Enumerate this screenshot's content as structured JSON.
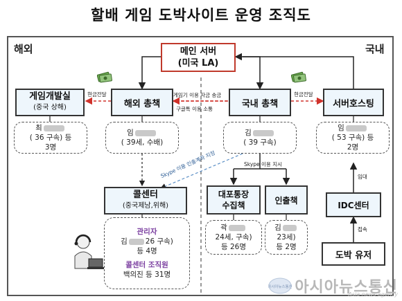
{
  "title": "할배 게임 도박사이트 운영 조직도",
  "regions": {
    "overseas": "해외",
    "domestic": "국내"
  },
  "main_server": {
    "line1": "메인 서버",
    "line2": "(미국 LA)"
  },
  "top_boxes": {
    "game_dev": {
      "line1": "게임개발실",
      "line2": "(중국 상해)"
    },
    "overseas_chief": "해외 총책",
    "domestic_chief": "국내 총책",
    "server_hosting": "서버호스팅"
  },
  "people": {
    "choi": {
      "name": "최",
      "detail": "(   36   구속) 등",
      "count": "3명"
    },
    "lim1": {
      "name": "임",
      "detail": "(   39세, 수배)"
    },
    "kim1": {
      "name": "김",
      "detail": "(   39   구속)"
    },
    "lim2": {
      "name": "임",
      "detail": "(   53   구속) 등",
      "count": "2명"
    },
    "kwak": {
      "name": "곽",
      "detail": "24세, 구속)",
      "count": "등 26명"
    },
    "kim2": {
      "name": "김",
      "detail": "23세)",
      "count": "등 2명"
    }
  },
  "call_center": {
    "title": "콜센터",
    "location": "(중국제남,위해)",
    "manager_heading": "관리자",
    "manager_name": "김",
    "manager_detail": "26   구속)",
    "manager_count": "등 4명",
    "staff_heading": "콜센터 조직원",
    "staff_text": "백의진 등 31명"
  },
  "mid_boxes": {
    "bank_collector": {
      "line1": "대포통장",
      "line2": "수집책"
    },
    "withdrawer": "인출책",
    "idc": "IDC센터",
    "gambler": "도박 유저"
  },
  "labels": {
    "cash_transfer_left": "현금전달",
    "cash_transfer_right": "현금전달",
    "game_fund": "게임기 이용 자금 송금",
    "dev_communication": "구글톡 이용 소통",
    "skype_manage": "Skype 이용 인출계좌 지정",
    "skype_instruct": "Skype 이용 지시",
    "lease": "임대",
    "connect": "접속"
  },
  "watermark": {
    "main": "아시아뉴스통신",
    "sub": "Asia news agency",
    "badge": "아시아뉴스통신"
  },
  "colors": {
    "box_fill": "#eef6fc",
    "border": "#333333",
    "main_server_border": "#c0392b",
    "dashed_red": "#d0322b",
    "arrow": "#222222"
  }
}
